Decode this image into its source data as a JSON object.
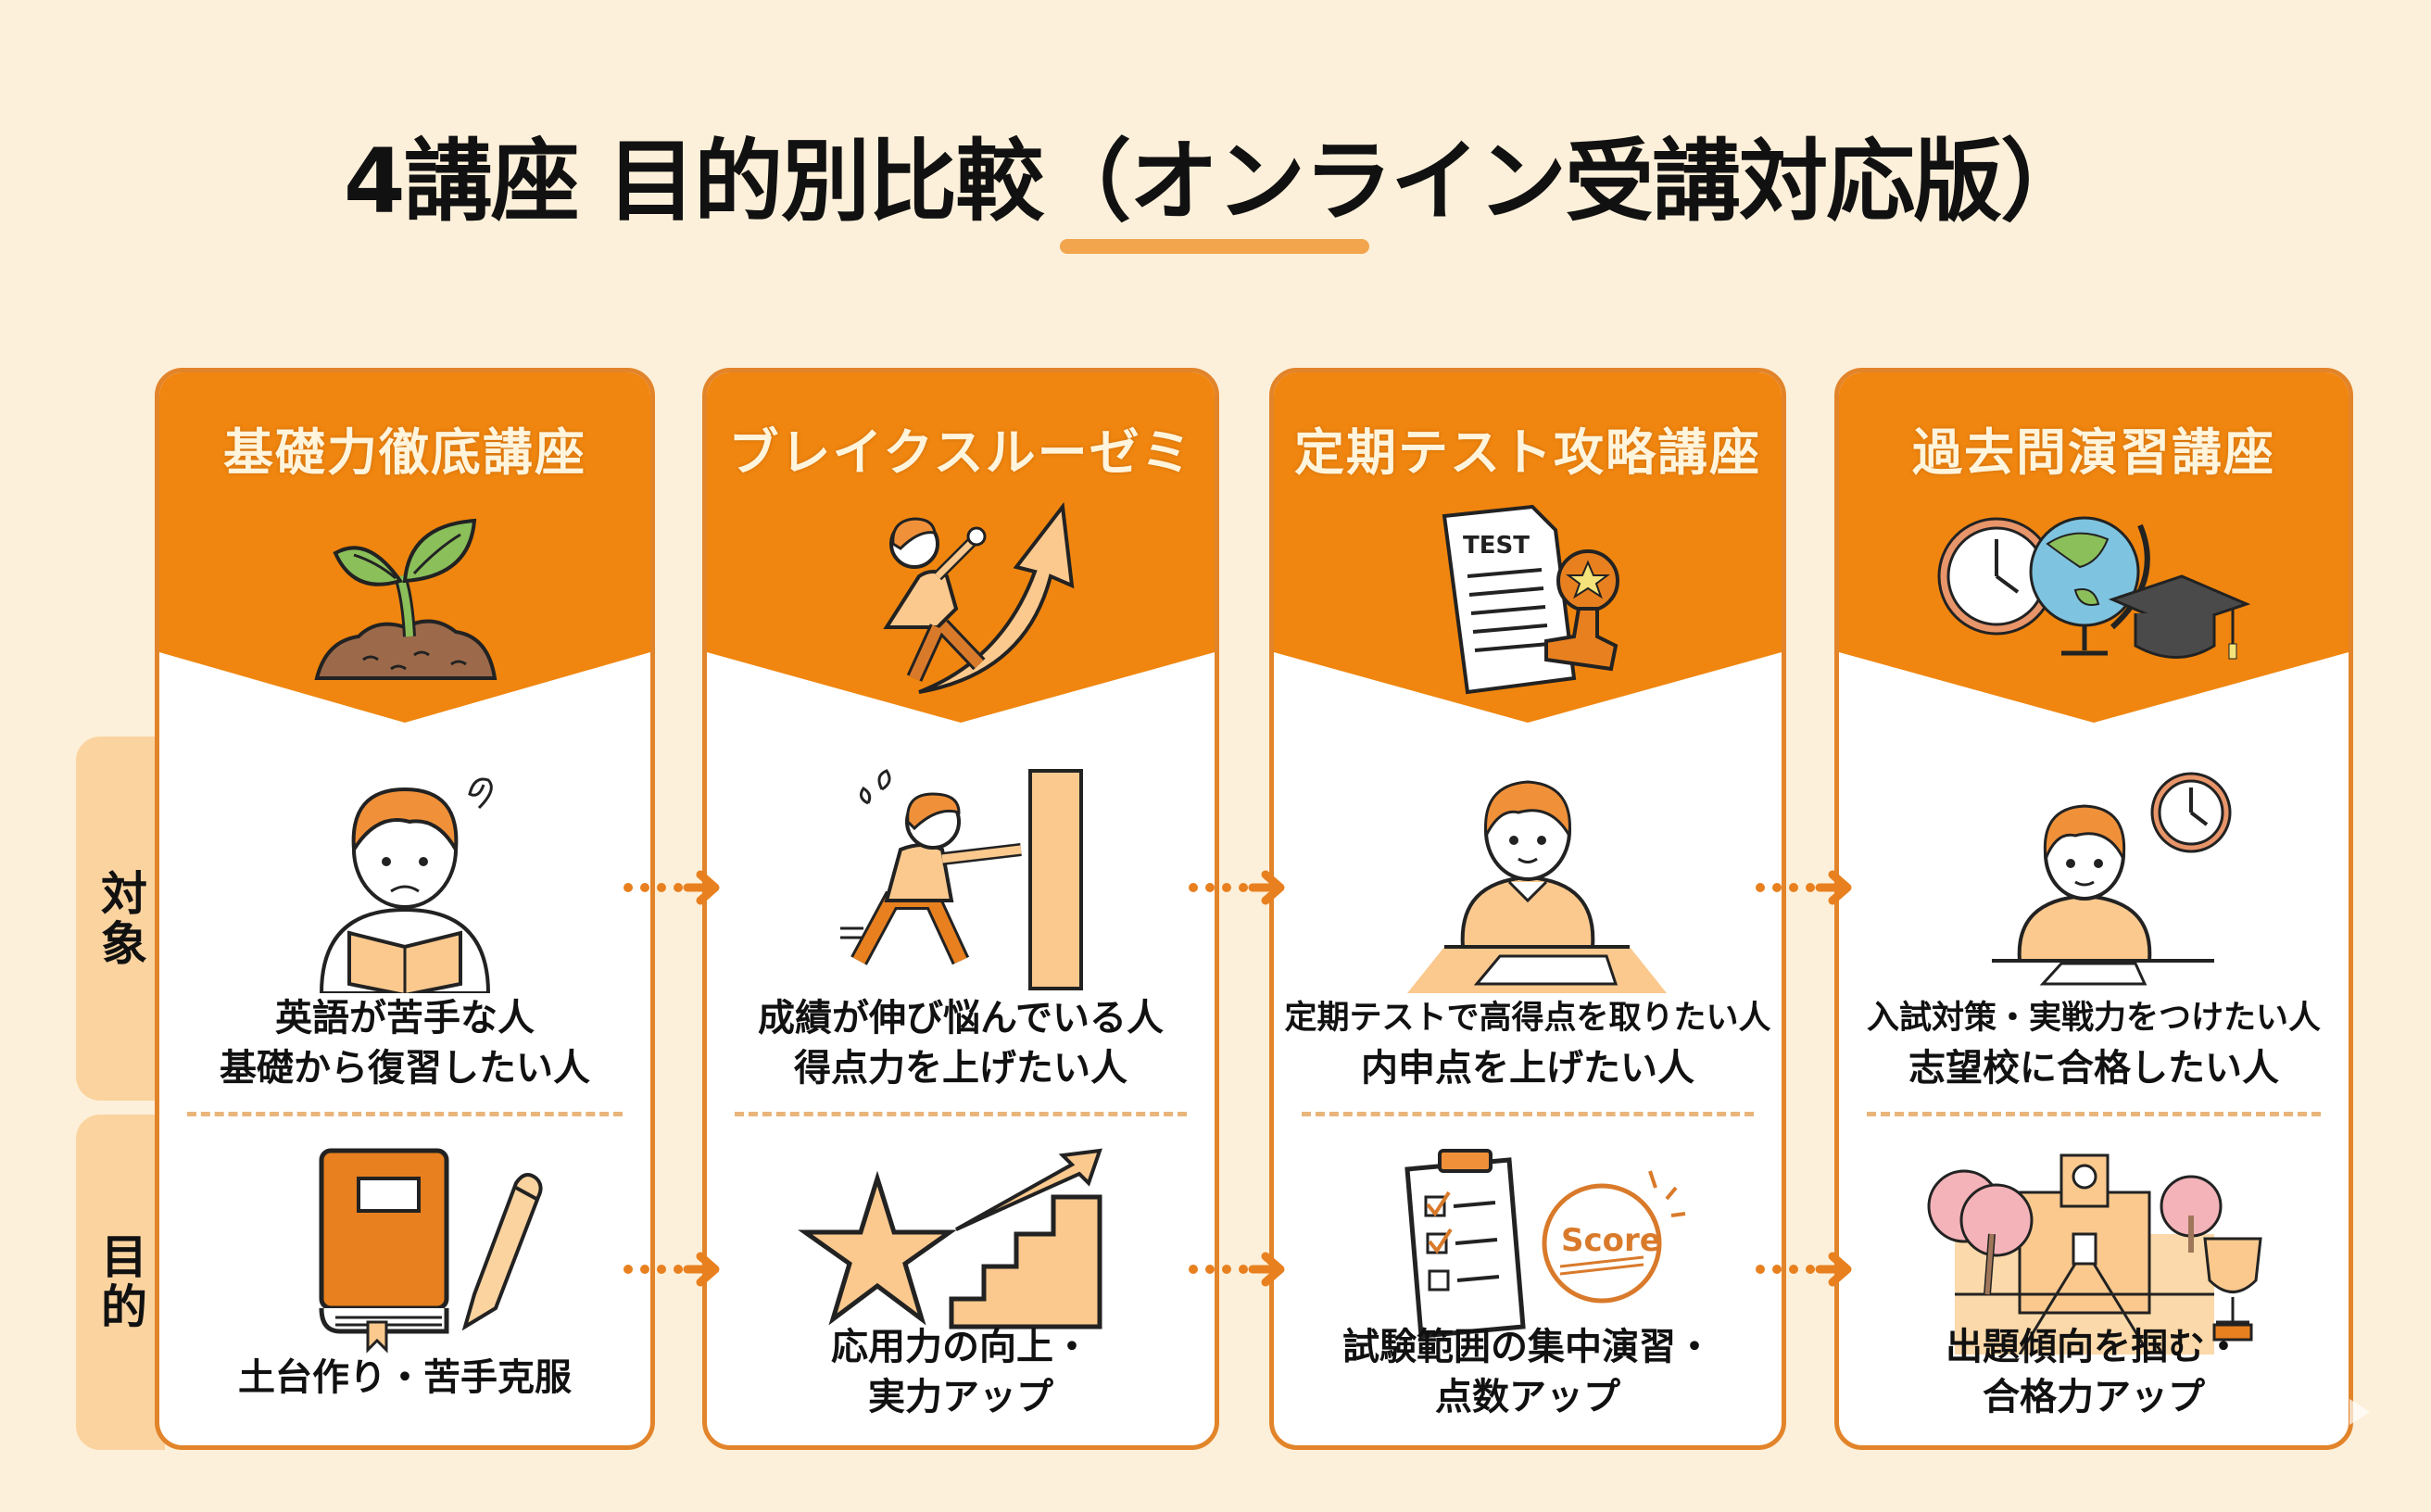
{
  "title": "4講座 目的別比較（オンライン受講対応版）",
  "row_labels": {
    "target": "対象",
    "purpose": "目的"
  },
  "colors": {
    "background": "#fdf0da",
    "header_orange": "#f0860f",
    "border_orange": "#e2842a",
    "tab_peach": "#fbd39f",
    "accent_light": "#fbc98e",
    "underline": "#f2a54d"
  },
  "courses": [
    {
      "name": "基礎力徹底講座",
      "header_icon": "sprout-icon",
      "target_icon": "confused-student-reading-icon",
      "target_lines": [
        "英語が苦手な人",
        "基礎から復習したい人"
      ],
      "purpose_icon": "book-and-pencil-icon",
      "purpose_lines": [
        "土台作り・苦手克服"
      ]
    },
    {
      "name": "ブレイクスルーゼミ",
      "header_icon": "climbing-arrow-icon",
      "target_icon": "student-pushing-wall-icon",
      "target_lines": [
        "成績が伸び悩んでいる人",
        "得点力を上げたい人"
      ],
      "purpose_icon": "star-and-stairs-icon",
      "purpose_lines": [
        "応用力の向上・",
        "実力アップ"
      ]
    },
    {
      "name": "定期テスト攻略講座",
      "header_icon": "test-paper-stamp-icon",
      "header_icon_text": "TEST",
      "target_icon": "student-writing-icon",
      "target_lines": [
        "定期テストで高得点を取りたい人",
        "内申点を上げたい人"
      ],
      "purpose_icon": "checklist-score-icon",
      "purpose_icon_text": "Score",
      "purpose_lines": [
        "試験範囲の集中演習・",
        "点数アップ"
      ]
    },
    {
      "name": "過去問演習講座",
      "header_icon": "clock-globe-cap-icon",
      "target_icon": "student-writing-clock-icon",
      "target_lines": [
        "入試対策・実戦力をつけたい人",
        "志望校に合格したい人"
      ],
      "purpose_icon": "school-trophy-icon",
      "purpose_lines": [
        "出題傾向を掴む・",
        "合格力アップ"
      ]
    }
  ]
}
